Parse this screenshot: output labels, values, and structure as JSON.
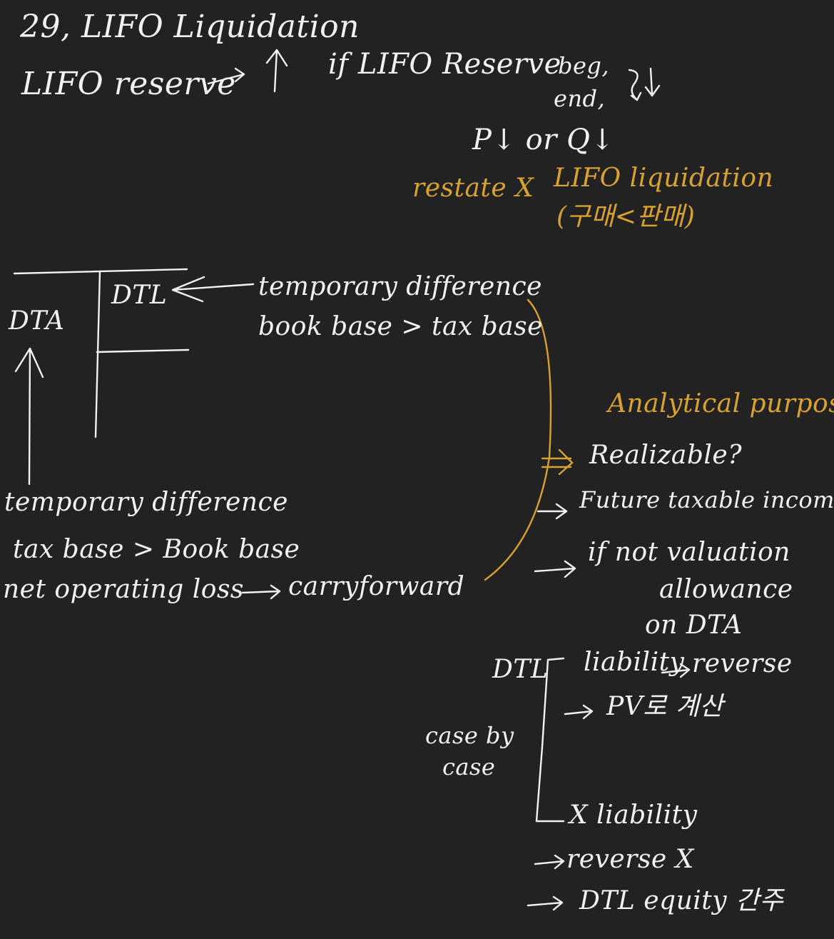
{
  "lifo": {
    "heading": "29, LIFO Liquidation",
    "reserve_line": "LIFO reserve",
    "condition": "if LIFO Reserve",
    "beg_label": "beg,",
    "end_label": "end,",
    "cause": "P↓ or Q↓",
    "restate_note": "restate X",
    "liquidation_note": "LIFO liquidation",
    "cost_compare_note": "(구매<판매)"
  },
  "t_account": {
    "left_label": "DTA",
    "right_label": "DTL"
  },
  "dtl_side": {
    "line1": "temporary difference",
    "line2": "book base > tax base"
  },
  "dta_side": {
    "line1": "temporary difference",
    "line2": "tax base > Book base",
    "line3": "net operating loss",
    "line3_arrow_target": "carryforward"
  },
  "analysis": {
    "title": "Analytical purpose",
    "q1": "Realizable?",
    "q2": "Future taxable income?",
    "q3": "if not valuation",
    "q3_cont1": "allowance",
    "q3_cont2": "on DTA"
  },
  "dtl_cases": {
    "label": "DTL",
    "side_note_1": "case by",
    "side_note_2": "case",
    "case1": "liability",
    "case1_result": "reverse",
    "case1_sub": "PV로 계산",
    "case2": "X liability",
    "case2_result": "reverse X",
    "case2_sub": "DTL equity 간주"
  }
}
